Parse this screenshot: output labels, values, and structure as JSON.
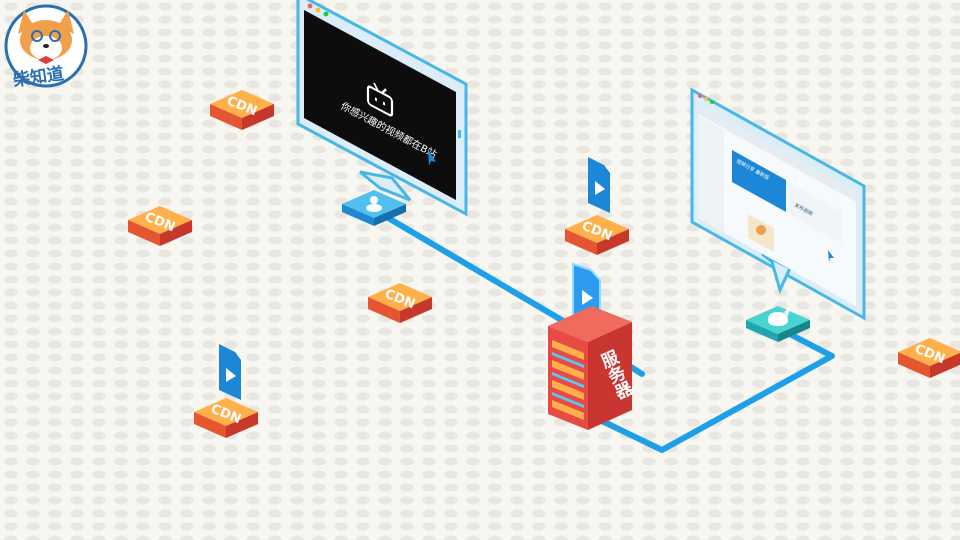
{
  "logo": {
    "text": "柴知道"
  },
  "cdn_label": "CDN",
  "video_screen": {
    "caption": "你感兴趣的视频都在B站"
  },
  "server": {
    "label": "服务器"
  },
  "browser_ui": {
    "banner_title": "视频分享 最新版",
    "button_label": "发布视频"
  },
  "colors": {
    "cdn_top": "#ff8a2b",
    "cdn_side": "#d93a2b",
    "server_red": "#e84a44",
    "line_blue": "#1ea0e8",
    "screen_frame": "#dbeef8",
    "screen_border": "#49b6e8"
  },
  "icons": [
    "tv-icon",
    "user-icon",
    "play-file-icon",
    "cloud-bird-icon",
    "cursor-icon",
    "shiba-logo-icon"
  ]
}
